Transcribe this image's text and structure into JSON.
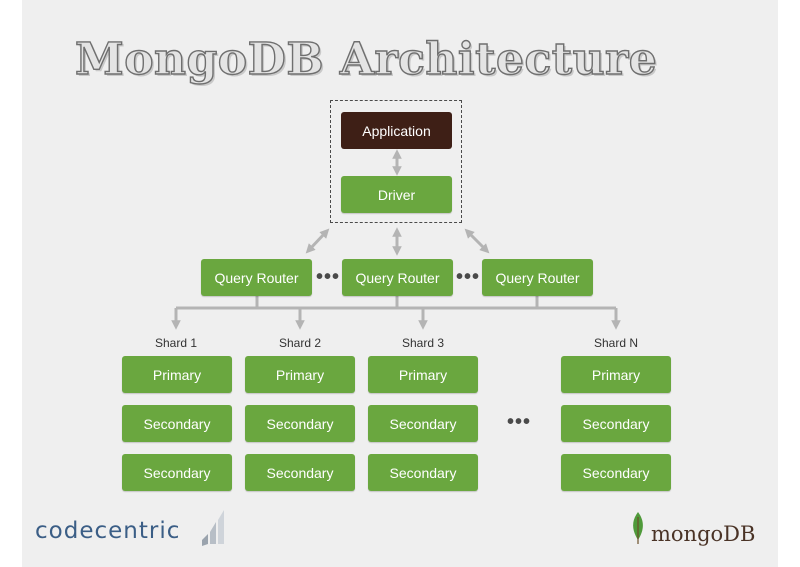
{
  "title": "MongoDB Architecture",
  "app_tier": {
    "application_label": "Application",
    "driver_label": "Driver"
  },
  "query_routers": [
    "Query Router",
    "Query Router",
    "Query Router"
  ],
  "router_separator": "•••",
  "shards": [
    {
      "name": "Shard 1",
      "primary": "Primary",
      "secondaries": [
        "Secondary",
        "Secondary"
      ]
    },
    {
      "name": "Shard 2",
      "primary": "Primary",
      "secondaries": [
        "Secondary",
        "Secondary"
      ]
    },
    {
      "name": "Shard 3",
      "primary": "Primary",
      "secondaries": [
        "Secondary",
        "Secondary"
      ]
    },
    {
      "name": "Shard N",
      "primary": "Primary",
      "secondaries": [
        "Secondary",
        "Secondary"
      ]
    }
  ],
  "shard_separator": "•••",
  "footer": {
    "left_brand": "codecentric",
    "right_brand": "mongoDB",
    "right_brand_icon": "leaf-icon",
    "left_brand_icon": "stacked-bars-icon"
  },
  "colors": {
    "green": "#6aa73f",
    "application": "#3e1f16",
    "connector": "#b4b4b4"
  }
}
